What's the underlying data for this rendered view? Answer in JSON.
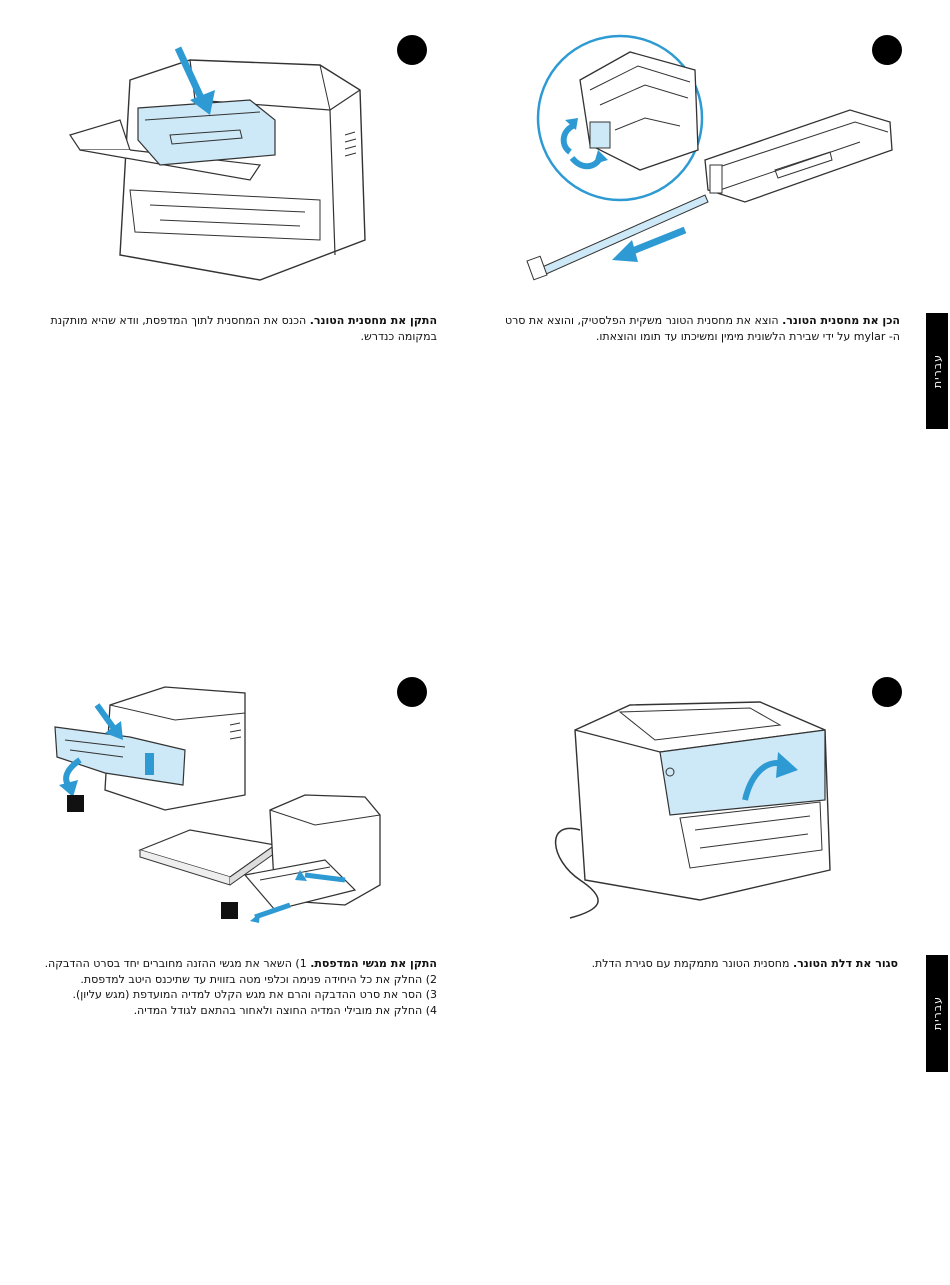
{
  "language_tab": "עברית",
  "steps": [
    {
      "number": "",
      "title": "הכן את מחסנית הטונר.",
      "body_line1": " הוצא את מחסנית הטונר משקית הפלסטיק, והוצא את סרט",
      "body_line2": "ה- mylar על ידי שבירת הלשונית מימין ומשיכתו עד תומו והוצאתו."
    },
    {
      "number": "",
      "title": "התקן את מחסנית הטונר.",
      "body_line1": " הכנס את המחסנית לתוך המדפסת, וודא שהיא מותקנת",
      "body_line2": "במקומה כנדרש."
    },
    {
      "number": "",
      "title": "סגור את דלת הטונר.",
      "body_line1": " מחסנית הטונר מתמקמת עם סגירת הדלת."
    },
    {
      "number": "",
      "title": "התקן את מגשי המדפסת.",
      "body_line1": " 1) השאר את מגשי ההזנה מחוברים יחד בסרט ההדבקה.",
      "body_line2": "2) החלק את כל היחידה פנימה וכלפי מטה בזווית עד שתיכנס היטב למדפסת.",
      "body_line3": "3) הסר את סרט ההדבקה והרם את מגש הקלט למדיה המועדפת (מגש עליון).",
      "body_line4": "4) החלק את מובילי המדיה החוצה ולאחור בהתאם לגודל המדיה."
    }
  ],
  "colors": {
    "accent_blue": "#2d9ad3",
    "light_blue_fill": "#cde8f6",
    "line_gray": "#333333",
    "tab_black": "#000000"
  }
}
